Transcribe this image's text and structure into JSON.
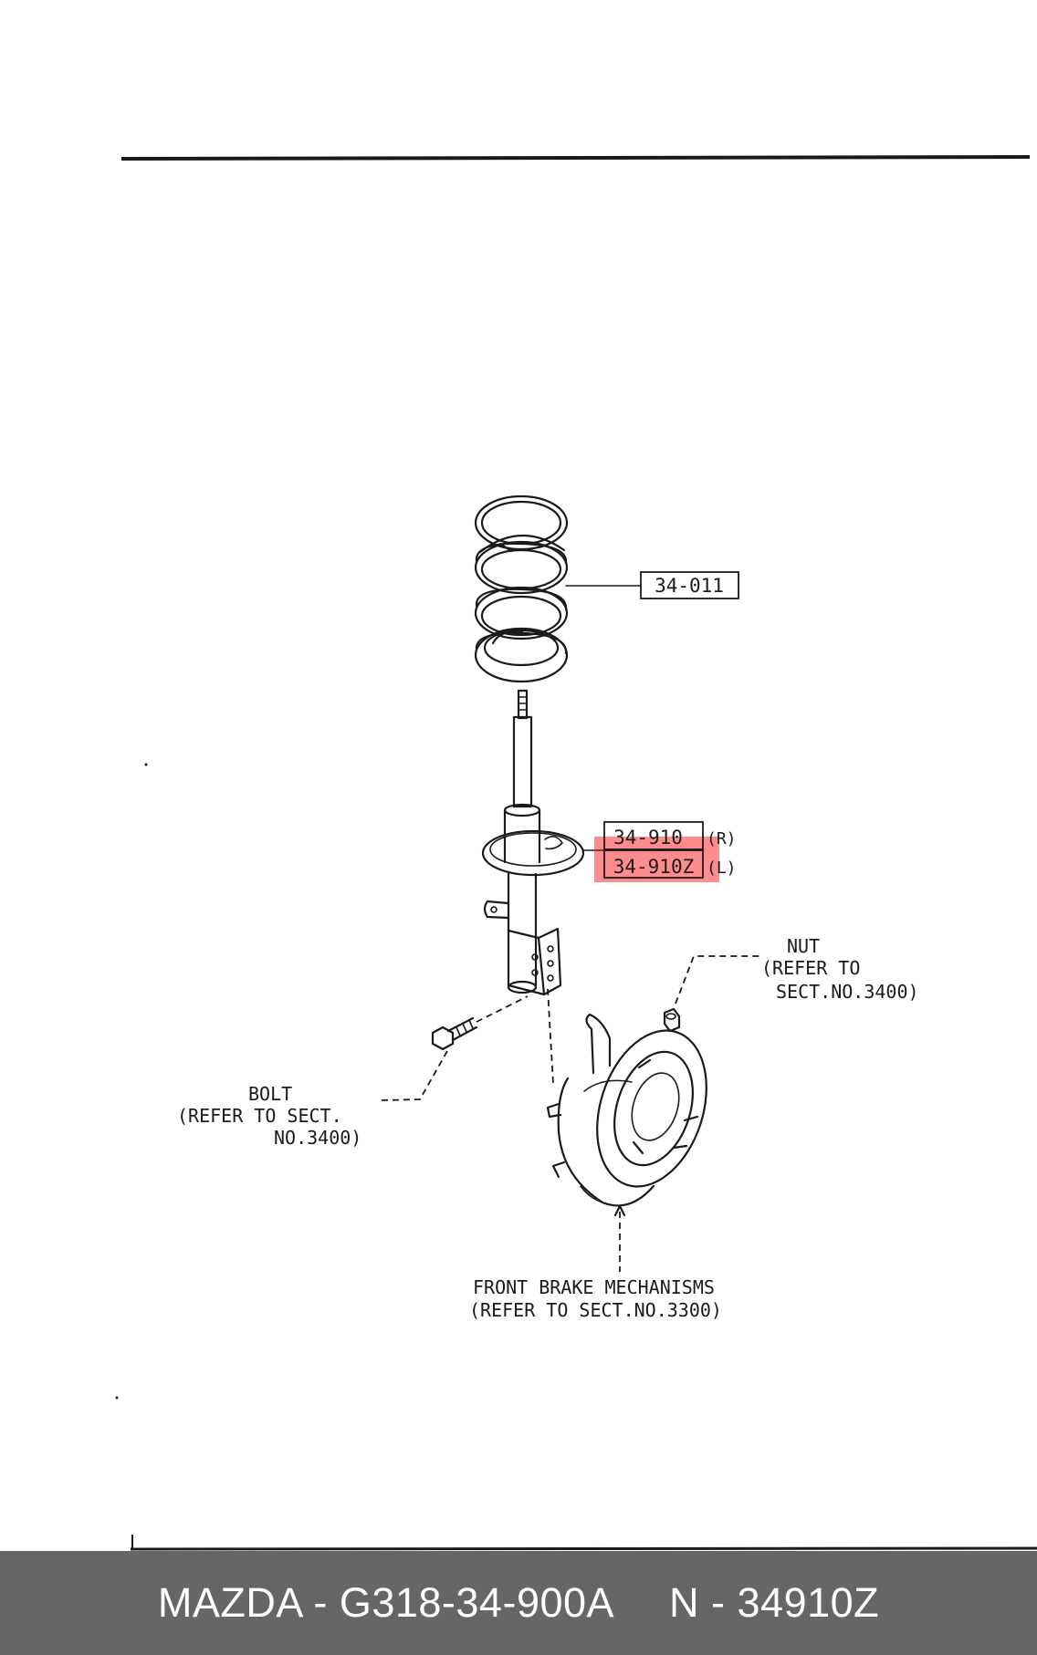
{
  "diagram": {
    "callouts": {
      "spring": "34-011",
      "strut_right": "34-910",
      "strut_right_side": "(R)",
      "strut_left": "34-910Z",
      "strut_left_side": "(L)"
    },
    "notes": {
      "nut": {
        "line1": "NUT",
        "line2": "(REFER TO",
        "line3": "SECT.NO.3400)"
      },
      "bolt": {
        "line1": "BOLT",
        "line2": "(REFER TO SECT.",
        "line3": "NO.3400)"
      },
      "brake": {
        "line1": "FRONT BRAKE MECHANISMS",
        "line2": "(REFER TO SECT.NO.3300)"
      }
    },
    "highlight_color": "#ff0000"
  },
  "footer": {
    "part_number": "MAZDA - G318-34-900A",
    "code": "N - 34910Z",
    "background_color": "#666666"
  }
}
